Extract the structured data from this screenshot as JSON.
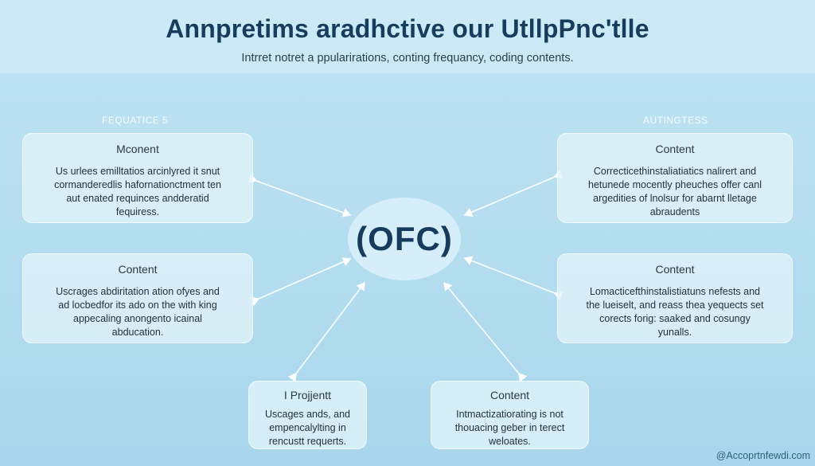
{
  "header": {
    "title": "Annpretims aradhctive our UtllpPnc'tlle",
    "subtitle": "Intrret notret a ppularirations, conting frequancy, coding contents."
  },
  "sections": {
    "left_label": "FEQUATICE 5",
    "right_label": "AUTINGTESS"
  },
  "center": {
    "label": "(OFC)"
  },
  "boxes": {
    "top_left": {
      "title": "Mconent",
      "lines": [
        "Us urlees emilltatios arcinlyred it snut",
        "cormanderedlis hafornationctment ten",
        "aut enated requinces andderatid",
        "fequiress."
      ]
    },
    "mid_left": {
      "title": "Content",
      "lines": [
        "Uscrages abdiritation ation ofyes and",
        "ad locbedfor its ado on the with king",
        "appecaling anongento icainal",
        "abducation."
      ]
    },
    "bottom_left": {
      "title": "I Projjentt",
      "lines": [
        "Uscages ands, and",
        "empencalylting in",
        "rencustt requerts."
      ]
    },
    "bottom_right": {
      "title": "Content",
      "lines": [
        "Intmactizatiorating is not",
        "thouacing geber in terect",
        "weloates."
      ]
    },
    "top_right": {
      "title": "Content",
      "lines": [
        "Correcticethinstaliatiatics nalirert and",
        "hetunede mocently pheuches offer canl",
        "argedities of lnolsur for abarnt lletage",
        "abraudents"
      ]
    },
    "mid_right": {
      "title": "Content",
      "lines": [
        "Lomacticefthinstalistiatuns nefests and",
        "the lueiselt, and reass thea yequects set",
        "corects forig: saaked and cosungy",
        "yunalls."
      ]
    }
  },
  "footer": {
    "credit": "@Accoprtnfewdi.com"
  },
  "colors": {
    "title": "#163d5c",
    "background": "#b8dff0",
    "box": "#e2f3fa",
    "arrow": "#ffffff"
  }
}
